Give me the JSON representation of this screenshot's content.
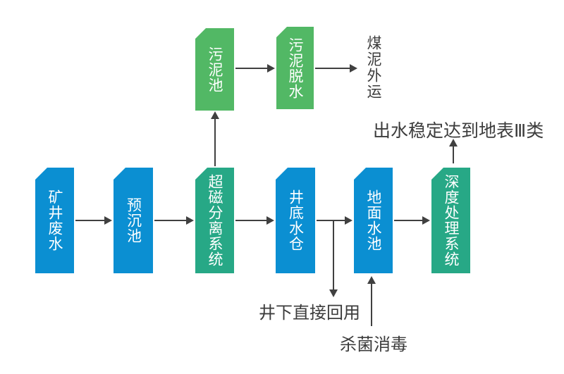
{
  "diagram": {
    "type": "process-flowchart",
    "subject": "mine wastewater treatment process",
    "colors": {
      "blue": "#0b8fd2",
      "green": "#52b865",
      "teal": "#27a886",
      "line": "#404040",
      "text": "#3c3c3c"
    },
    "nodes": [
      {
        "id": "mine-wastewater",
        "label": "矿井废水",
        "color": "blue"
      },
      {
        "id": "pre-sedimentation-pool",
        "label": "预沉池",
        "color": "blue"
      },
      {
        "id": "super-magnetic-separation",
        "label": "超磁分离系统",
        "color": "teal"
      },
      {
        "id": "shaft-bottom-sump",
        "label": "井底水仓",
        "color": "blue"
      },
      {
        "id": "surface-pool",
        "label": "地面水池",
        "color": "blue"
      },
      {
        "id": "advanced-treatment-system",
        "label": "深度处理系统",
        "color": "teal"
      },
      {
        "id": "sludge-pool",
        "label": "污泥池",
        "color": "green"
      },
      {
        "id": "sludge-dewatering",
        "label": "污泥脱水",
        "color": "green"
      }
    ],
    "annotations": [
      {
        "id": "coal-sludge-outbound",
        "label": "煤泥外运"
      },
      {
        "id": "effluent-standard",
        "label": "出水稳定达到地表Ⅲ类"
      },
      {
        "id": "underground-direct-reuse",
        "label": "井下直接回用"
      },
      {
        "id": "sterilization-disinfection",
        "label": "杀菌消毒"
      }
    ],
    "edges": [
      "矿井废水 → 预沉池",
      "预沉池 → 超磁分离系统",
      "超磁分离系统 → 井底水仓",
      "超磁分离系统 → 污泥池",
      "污泥池 → 污泥脱水",
      "污泥脱水 → 煤泥外运",
      "井底水仓 → 地面水池",
      "井底水仓 → 井下直接回用",
      "杀菌消毒 → 地面水池",
      "地面水池 → 深度处理系统",
      "深度处理系统 → 出水稳定达到地表Ⅲ类"
    ]
  }
}
